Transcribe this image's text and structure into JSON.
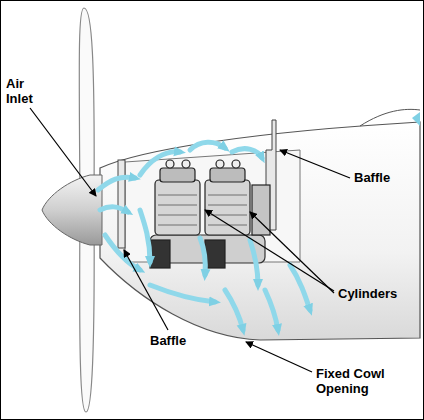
{
  "diagram": {
    "labels": [
      "Air Inlet",
      "Baffle",
      "Cylinders",
      "Baffle",
      "Fixed Cowl Opening"
    ]
  }
}
